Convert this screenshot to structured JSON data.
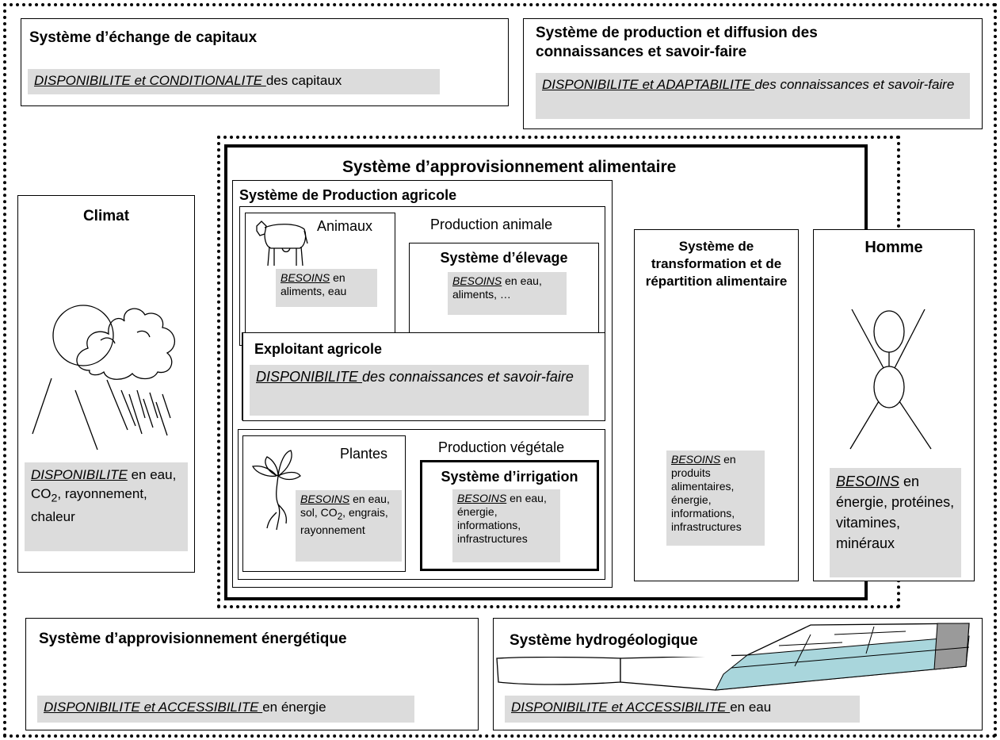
{
  "capitaux": {
    "title": "Système d’échange de capitaux",
    "key": "DISPONIBILITE et CONDITIONALITE ",
    "rest": "des capitaux"
  },
  "connaissances": {
    "title": "Système de production et diffusion des connaissances et savoir-faire",
    "key": "DISPONIBILITE et ADAPTABILITE ",
    "rest": "des connaissances et savoir-faire"
  },
  "appro_alimentaire": {
    "title": "Système d’approvisionnement alimentaire"
  },
  "production_agricole": {
    "title": "Système de Production agricole"
  },
  "animaux": {
    "label": "Animaux",
    "key": "BESOINS",
    "rest": " en aliments, eau"
  },
  "production_animale": {
    "label": "Production animale"
  },
  "elevage": {
    "title": "Système d’élevage",
    "key": "BESOINS",
    "rest": " en eau, aliments, …"
  },
  "exploitant": {
    "title": "Exploitant agricole",
    "key": "DISPONIBILITE ",
    "rest": "des connaissances et savoir-faire"
  },
  "plantes": {
    "label": "Plantes",
    "key": "BESOINS",
    "rest_a": " en eau, sol, CO",
    "sub": "2",
    "rest_b": ", engrais, rayonnement"
  },
  "production_vegetale": {
    "label": "Production végétale"
  },
  "irrigation": {
    "title": "Système d’irrigation",
    "key": "BESOINS",
    "rest": " en eau, énergie, informations, infrastructures"
  },
  "transformation": {
    "title": "Système de transformation et de répartition alimentaire",
    "key": "BESOINS",
    "rest": " en produits alimentaires, énergie, informations, infrastructures"
  },
  "homme": {
    "title": "Homme",
    "key": "BESOINS",
    "rest": " en énergie, protéines, vitamines, minéraux"
  },
  "climat": {
    "title": "Climat",
    "key": "DISPONIBILITE",
    "rest_a": " en eau, CO",
    "sub": "2",
    "rest_b": ", rayonnement, chaleur"
  },
  "energetique": {
    "title": "Système d’approvisionnement énergétique",
    "key": "DISPONIBILITE et ACCESSIBILITE ",
    "rest": "en énergie"
  },
  "hydrogeologique": {
    "title": "Système hydrogéologique",
    "key": "DISPONIBILITE et ACCESSIBILITE ",
    "rest": "en eau"
  }
}
